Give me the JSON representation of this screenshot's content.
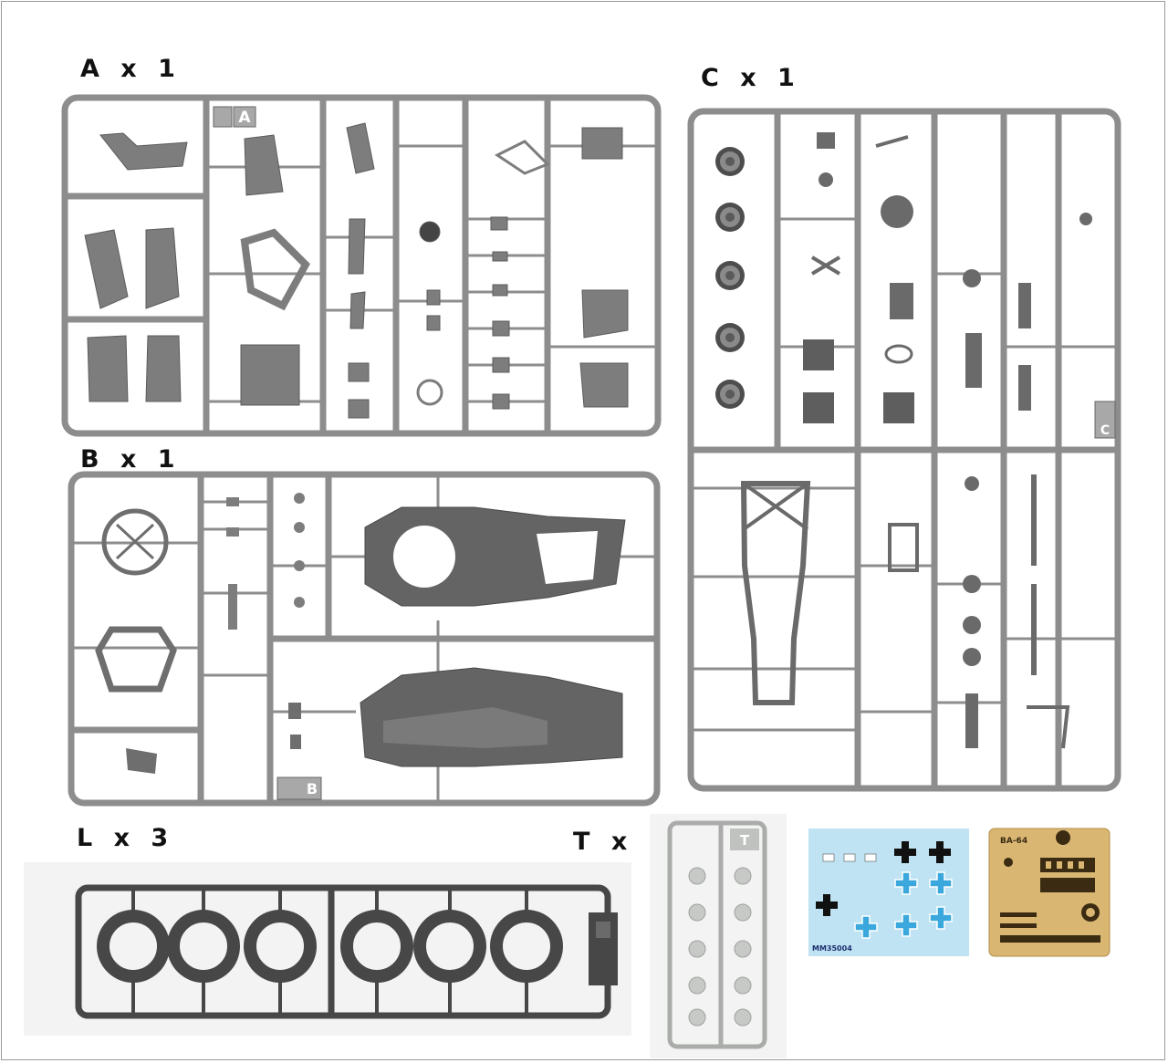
{
  "sprues": [
    {
      "id": "A",
      "label": "A x 1",
      "tag": "A"
    },
    {
      "id": "B",
      "label": "B x 1",
      "tag": "B"
    },
    {
      "id": "C",
      "label": "C x 1",
      "tag": "C"
    },
    {
      "id": "L",
      "label": "L x 3",
      "tag": ""
    },
    {
      "id": "T",
      "label": "T x 1",
      "tag": "T"
    }
  ],
  "decal_sheet": {
    "code": "MM35004"
  },
  "photo_etch": {
    "title": "BA-64"
  },
  "colors": {
    "plastic_grey": "#8d8d8d",
    "plastic_dark": "#5c5c5c",
    "rubber": "#474747",
    "clear": "#b9bcba",
    "decal_bg": "#bfe3f2",
    "decal_cross_blue": "#3aa8dc",
    "pe_brass": "#d9b773",
    "pe_dark": "#3b2b12"
  }
}
